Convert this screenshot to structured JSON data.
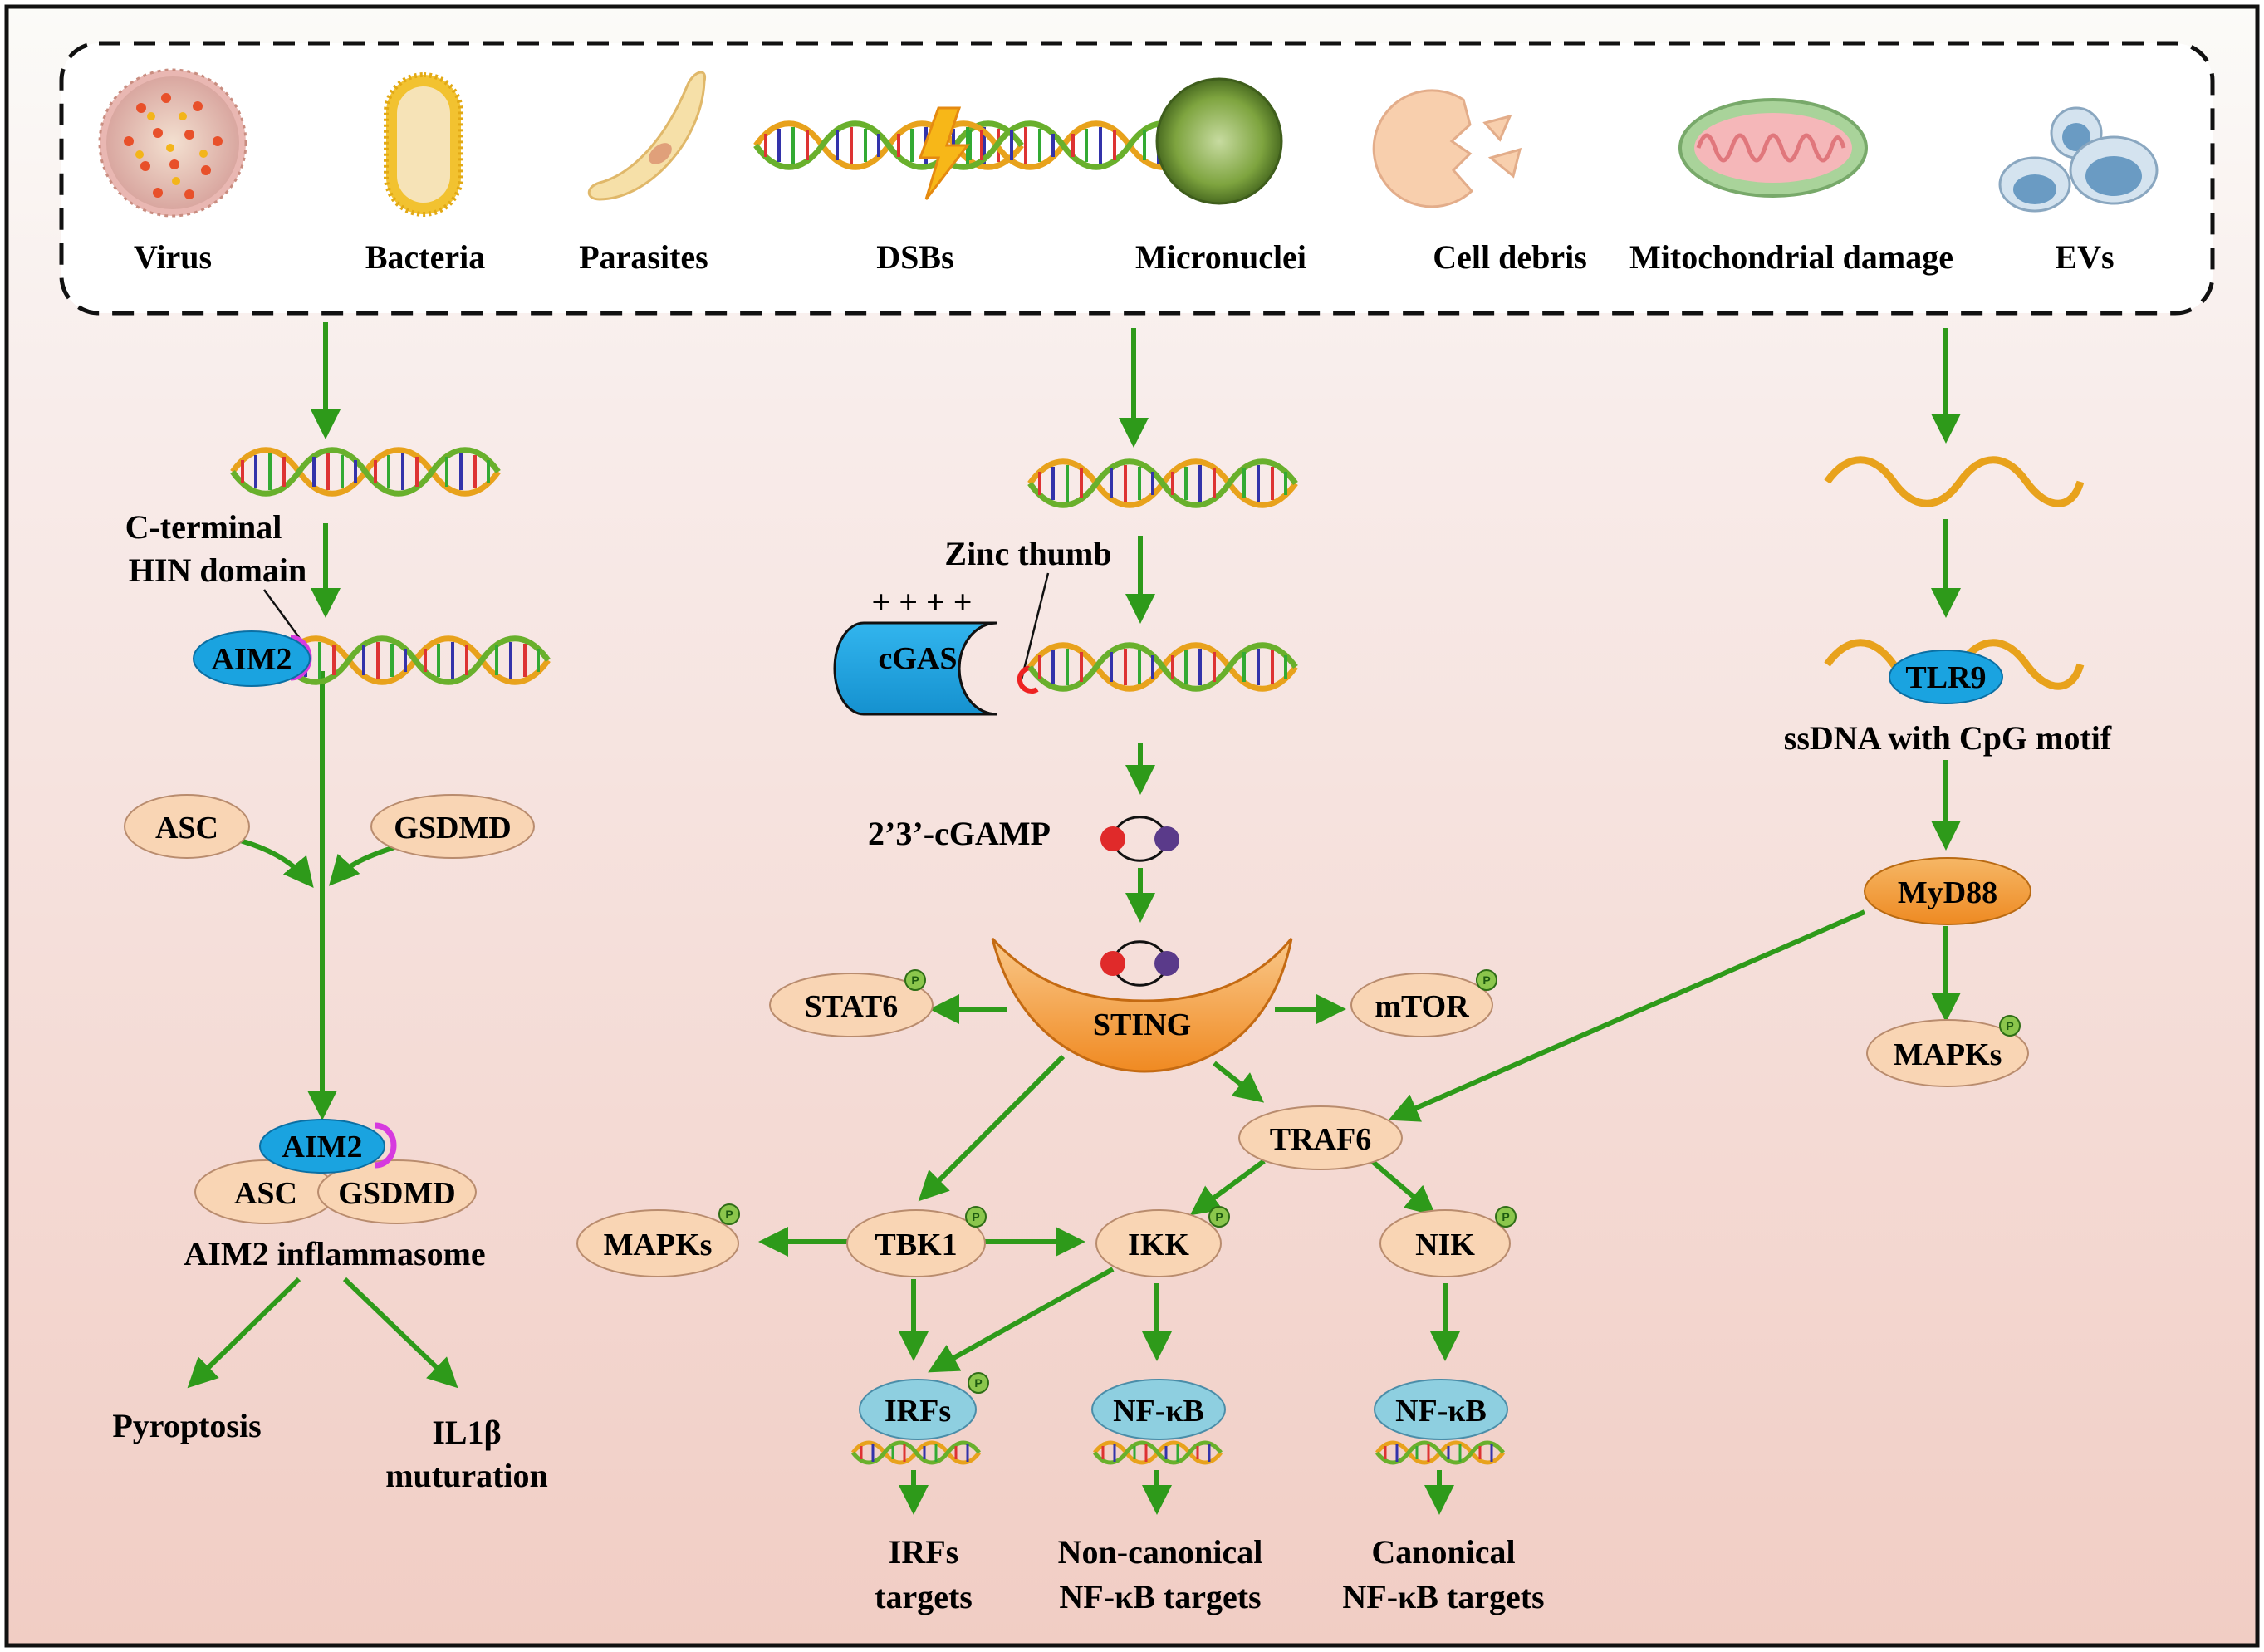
{
  "sources": {
    "virus": "Virus",
    "bacteria": "Bacteria",
    "parasites": "Parasites",
    "dsbs": "DSBs",
    "micronuclei": "Micronuclei",
    "cell_debris": "Cell debris",
    "mito": "Mitochondrial damage",
    "evs": "EVs"
  },
  "aim2": {
    "hin_line1": "C-terminal",
    "hin_line2": "HIN domain",
    "aim2": "AIM2",
    "asc": "ASC",
    "gsdmd": "GSDMD",
    "inflammasome": "AIM2 inflammasome",
    "pyroptosis": "Pyroptosis",
    "il1b_line1": "IL1β",
    "il1b_line2": "muturation"
  },
  "cgas": {
    "zinc_thumb": "Zinc thumb",
    "charges": "+ + + +",
    "cgas": "cGAS",
    "cgamp": "2’3’-cGAMP",
    "sting": "STING",
    "stat6": "STAT6",
    "mtor": "mTOR",
    "traf6": "TRAF6",
    "mapks": "MAPKs",
    "tbk1": "TBK1",
    "ikk": "IKK",
    "nik": "NIK",
    "irfs": "IRFs",
    "nfkb": "NF-κB",
    "nfkb2": "NF-κB",
    "irfs_targets_1": "IRFs",
    "irfs_targets_2": "targets",
    "noncanon_1": "Non-canonical",
    "noncanon_2": "NF-κB targets",
    "canon_1": "Canonical",
    "canon_2": "NF-κB targets"
  },
  "tlr9": {
    "tlr9": "TLR9",
    "ssdna": "ssDNA with CpG motif",
    "myd88": "MyD88",
    "mapks": "MAPKs"
  },
  "phospho_label": "P",
  "colors": {
    "arrow": "#2e9a1a",
    "peach": "#f9d5b4",
    "blue": "#1aa3e0",
    "lightblue": "#8ecfe0",
    "orange": "#f2962e",
    "bg_top": "#fbfbf8",
    "bg_bottom": "#f1cdc4"
  }
}
